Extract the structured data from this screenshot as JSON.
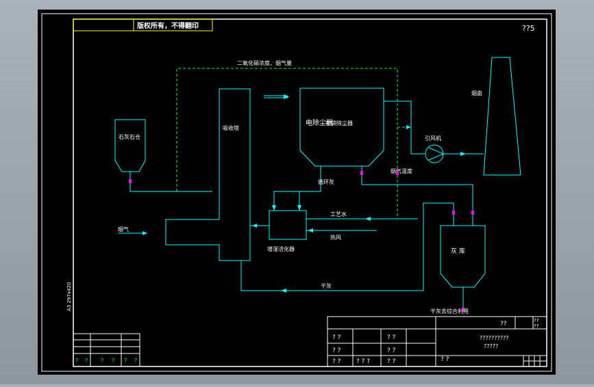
{
  "sheet": {
    "copyright_notice": "版权所有，不得翻印",
    "sheet_code": "??5",
    "format_note": "A3 297x420"
  },
  "equipment": {
    "limestone_silo": "石灰石仓",
    "absorber": "吸收塔",
    "esp": "电除尘器",
    "esp_inner": "布袋除尘器",
    "stack": "烟囱",
    "id_fan": "引风机",
    "mixer": "增湿活化器",
    "ash_silo": "灰 库"
  },
  "streams": {
    "co2_note": "二氧化碳浓度、烟气量",
    "flue_gas_in": "烟气",
    "flue_gas_out": "烟气温度",
    "recirc_ash": "循环灰",
    "process_water": "工艺水",
    "hot_air": "热风",
    "dry_ash": "干灰",
    "ash_outlet": "干灰去综合利用"
  },
  "title_block": {
    "main_title": "??????????",
    "sub_title": "?????",
    "big_cell": "??",
    "top_right_a": "??",
    "top_right_b": "??",
    "cells": [
      "? ?",
      "? ?",
      "? ?",
      "? ?",
      "? ?",
      "? ? ?",
      "? ?",
      "? ?"
    ]
  },
  "revision_table": {
    "bottom_labels": [
      "?",
      "?",
      "?",
      "?",
      "?",
      "?"
    ]
  },
  "colors": {
    "background": "#000000",
    "frame": "#ffffff",
    "equipment": "#00ffff",
    "recirculation": "#00ff00",
    "valves": "#ff00ff",
    "notice_box": "#ffff00"
  }
}
